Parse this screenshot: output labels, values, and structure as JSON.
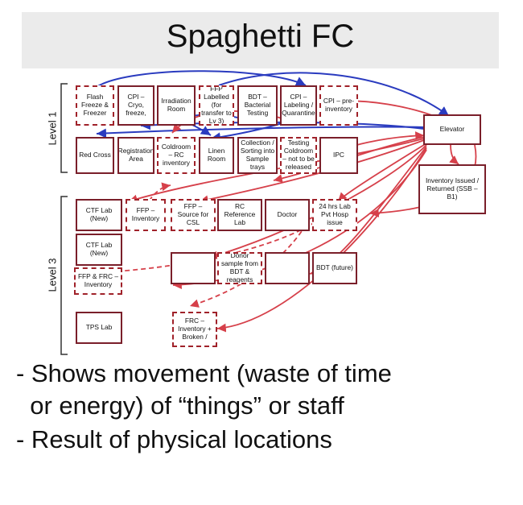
{
  "title": "Spaghetti FC",
  "levels": {
    "level1": "Level 1",
    "level3": "Level 3"
  },
  "boxes": {
    "flash_freeze": "Flash Freeze & Freezer",
    "cpi_cryo": "CPI – Cryo, freeze,",
    "irradiation": "Irradiation Room",
    "ffp_labelled": "FFP Labelled (for transfer to Lv 3)",
    "bdt_bacterial": "BDT – Bacterial Testing",
    "cpi_labeling": "CPI – Labeling / Quarantine",
    "cpi_pre": "CPI – pre-inventory",
    "elevator": "Elevator",
    "red_cross": "Red Cross",
    "registration": "Registration Area",
    "coldroom_rc": "Coldroom – RC inventory",
    "linen": "Linen Room",
    "collection": "Collection / Sorting into Sample trays",
    "testing_coldroom": "Testing Coldroom – not to be released",
    "ipc": "IPC",
    "inventory_issued": "Inventory Issued / Returned (SSB – B1)",
    "ctf_lab_new_1": "CTF Lab (New)",
    "ffp_inventory": "FFP – Inventory",
    "ffp_source": "FFP – Source for CSL",
    "rc_reference": "RC Reference Lab",
    "doctor": "Doctor",
    "lab_24hrs": "24 hrs Lab Pvt Hosp issue",
    "ctf_lab_new_2": "CTF Lab (New)",
    "empty_1": "",
    "donor_sample": "Donor sample from BDT & reagents",
    "empty_2": "",
    "bdt_future": "BDT (future)",
    "ffp_frc": "FFP & FRC – Inventory",
    "tps_lab": "TPS Lab",
    "frc_inventory": "FRC – Inventory + Broken /"
  },
  "bullets": [
    "- Shows movement (waste of time",
    "  or energy) of “things” or staff",
    "- Result of physical locations"
  ],
  "colors": {
    "blue_arrow": "#2a3bbf",
    "red_arrow": "#d6404a",
    "box_border": "#7a1f2a"
  }
}
